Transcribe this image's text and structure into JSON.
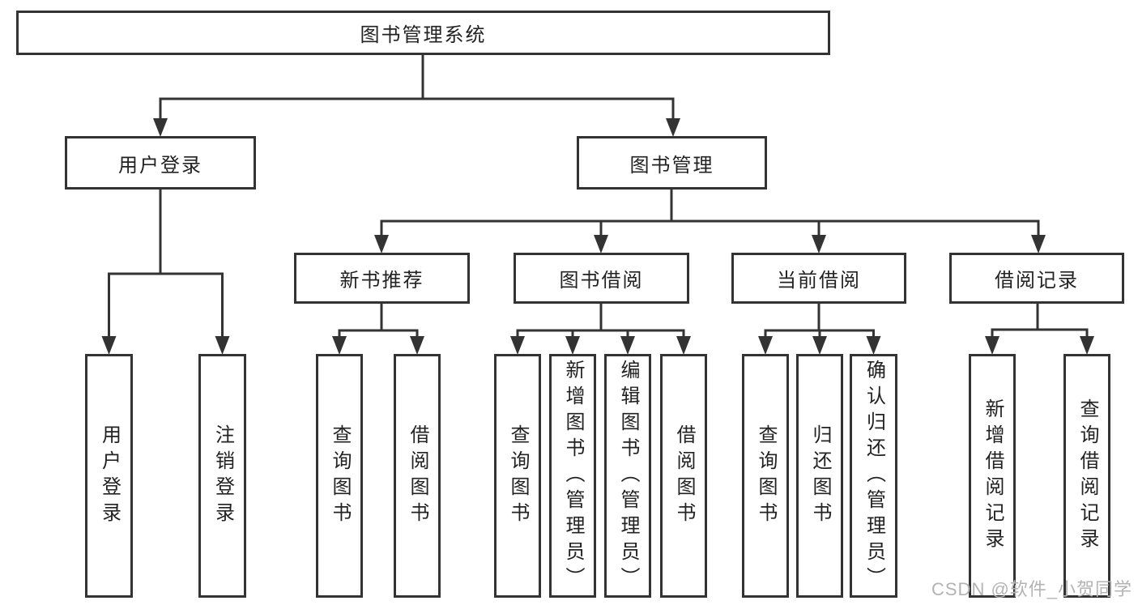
{
  "colors": {
    "line": "#333333",
    "text": "#222222",
    "background": "#ffffff",
    "watermark": "#b3b3b3"
  },
  "tree": {
    "label": "图书管理系统",
    "children": [
      {
        "label": "用户登录",
        "children": [
          {
            "label": "用户登录"
          },
          {
            "label": "注销登录"
          }
        ]
      },
      {
        "label": "图书管理",
        "children": [
          {
            "label": "新书推荐",
            "children": [
              {
                "label": "查询图书"
              },
              {
                "label": "借阅图书"
              }
            ]
          },
          {
            "label": "图书借阅",
            "children": [
              {
                "label": "查询图书"
              },
              {
                "label": "新增图书（管理员）"
              },
              {
                "label": "编辑图书（管理员）"
              },
              {
                "label": "借阅图书"
              }
            ]
          },
          {
            "label": "当前借阅",
            "children": [
              {
                "label": "查询图书"
              },
              {
                "label": "归还图书"
              },
              {
                "label": "确认归还（管理员）"
              }
            ]
          },
          {
            "label": "借阅记录",
            "children": [
              {
                "label": "新增借阅记录"
              },
              {
                "label": "查询借阅记录"
              }
            ]
          }
        ]
      }
    ]
  },
  "watermark": {
    "text": "CSDN @软件_小贺同学"
  }
}
